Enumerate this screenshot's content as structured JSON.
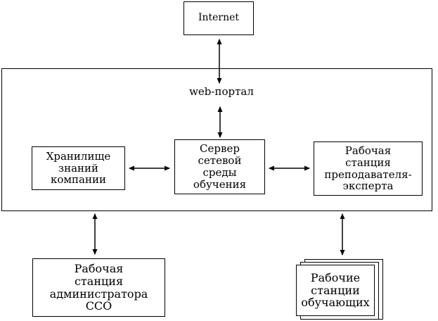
{
  "diagram": {
    "internet": "Internet",
    "portal": "web-портал",
    "knowledge": "Хранилище\nзнаний\nкомпании",
    "server": "Сервер\nсетевой\nсреды\nобучения",
    "teacher": "Рабочая\nстанция\nпреподавателя-\nэксперта",
    "admin": "Рабочая\nстанция\nадминистратора\nССО",
    "students": "Рабочие\nстанции\nобучающих"
  }
}
